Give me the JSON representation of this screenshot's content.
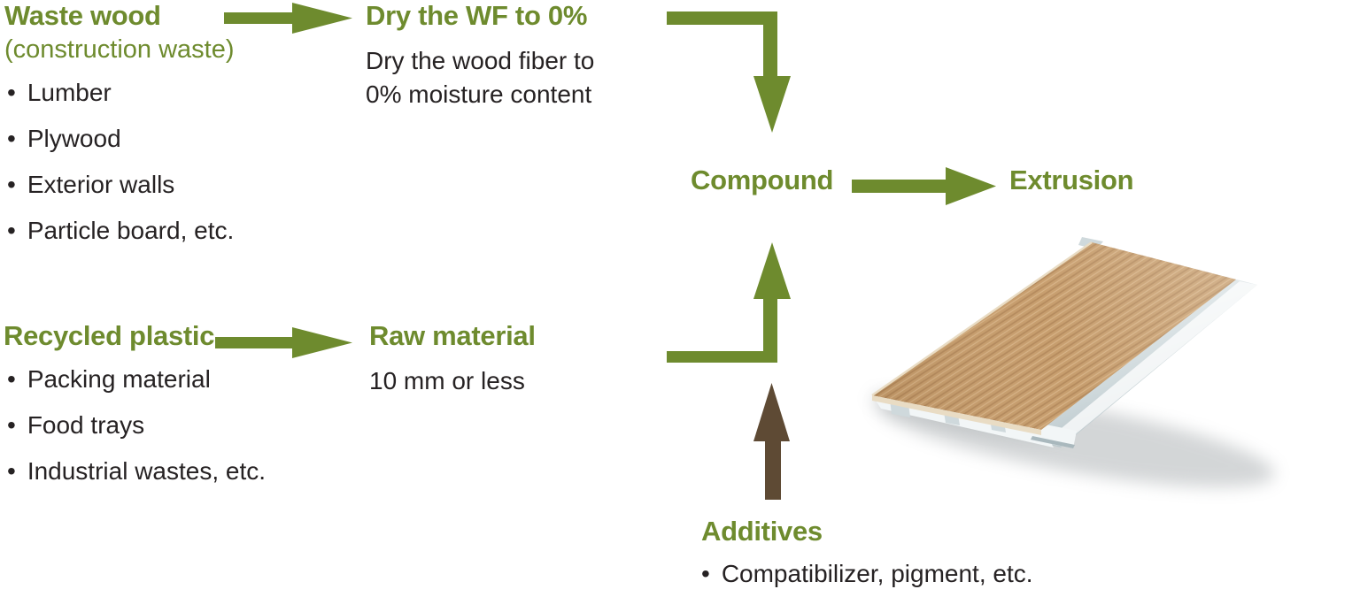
{
  "colors": {
    "green": "#6e8b2e",
    "brown": "#5e4a34",
    "text": "#262223",
    "wood": "#c69c6b",
    "wood_dark": "#b3885a",
    "wood_light": "#d6b184",
    "wood_edge": "#e9dcc4",
    "alu_light": "#f2f6f7",
    "alu_mid": "#cfd9dc",
    "alu_dark": "#a9b8bd",
    "shadow": "#7d8488"
  },
  "waste_wood": {
    "title": "Waste wood",
    "subtitle": "(construction waste)",
    "items": [
      "Lumber",
      "Plywood",
      "Exterior walls",
      "Particle board, etc."
    ]
  },
  "dry": {
    "title": "Dry the WF to 0%",
    "desc": "Dry the wood fiber to\n0% moisture content"
  },
  "compound": {
    "label": "Compound"
  },
  "extrusion": {
    "label": "Extrusion"
  },
  "recycled_plastic": {
    "title": "Recycled plastic",
    "items": [
      "Packing material",
      "Food trays",
      "Industrial wastes, etc."
    ]
  },
  "raw_material": {
    "title": "Raw material",
    "desc": "10 mm or less"
  },
  "additives": {
    "title": "Additives",
    "items": [
      "Compatibilizer, pigment, etc."
    ]
  },
  "icons": {
    "arrow_waste_to_dry": "right-arrow",
    "arrow_dry_to_compound": "elbow-down-arrow",
    "arrow_compound_to_extrusion": "right-arrow",
    "arrow_recycled_to_raw": "right-arrow",
    "arrow_raw_to_compound": "elbow-up-arrow",
    "arrow_additives_to_compound": "up-arrow",
    "product_image": "wpc-deck-board-3d"
  }
}
